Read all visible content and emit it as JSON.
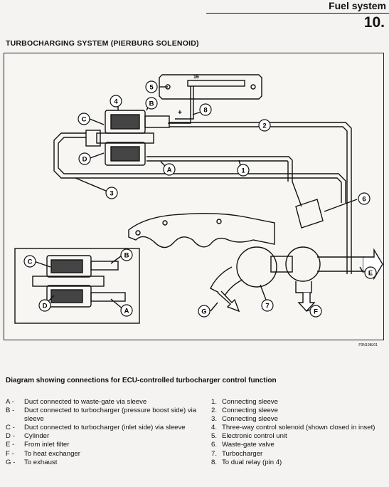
{
  "header": {
    "section": "Fuel system",
    "chapter": "10."
  },
  "figure": {
    "title": "TURBOCHARGING SYSTEM (PIERBURG SOLENOID)",
    "code": "P3N19BJ01",
    "connector_pin": "16",
    "callouts": {
      "main": [
        "1",
        "2",
        "3",
        "4",
        "5",
        "6",
        "7",
        "8",
        "A",
        "B",
        "C",
        "D",
        "E",
        "F",
        "G"
      ],
      "inset": [
        "A",
        "B",
        "C",
        "D"
      ]
    }
  },
  "caption": "Diagram showing connections for ECU-controlled turbocharger control function",
  "legend_letters": [
    {
      "key": "A -",
      "text": "Duct connected to waste-gate via sleeve"
    },
    {
      "key": "B -",
      "text": "Duct connected to turbocharger (pressure boost side) via sleeve"
    },
    {
      "key": "C -",
      "text": "Duct connected to turbocharger (inlet side) via sleeve"
    },
    {
      "key": "D -",
      "text": "Cylinder"
    },
    {
      "key": "E -",
      "text": "From inlet filter"
    },
    {
      "key": "F -",
      "text": "To heat exchanger"
    },
    {
      "key": "G -",
      "text": "To exhaust"
    }
  ],
  "legend_numbers": [
    {
      "key": "1.",
      "text": "Connecting sleeve"
    },
    {
      "key": "2.",
      "text": "Connecting sleeve"
    },
    {
      "key": "3.",
      "text": "Connecting sleeve"
    },
    {
      "key": "4.",
      "text": "Three-way control solenoid (shown closed in inset)"
    },
    {
      "key": "5.",
      "text": "Electronic control unit"
    },
    {
      "key": "6.",
      "text": "Waste-gate valve"
    },
    {
      "key": "7.",
      "text": "Turbocharger"
    },
    {
      "key": "8.",
      "text": "To dual relay (pin 4)"
    }
  ]
}
